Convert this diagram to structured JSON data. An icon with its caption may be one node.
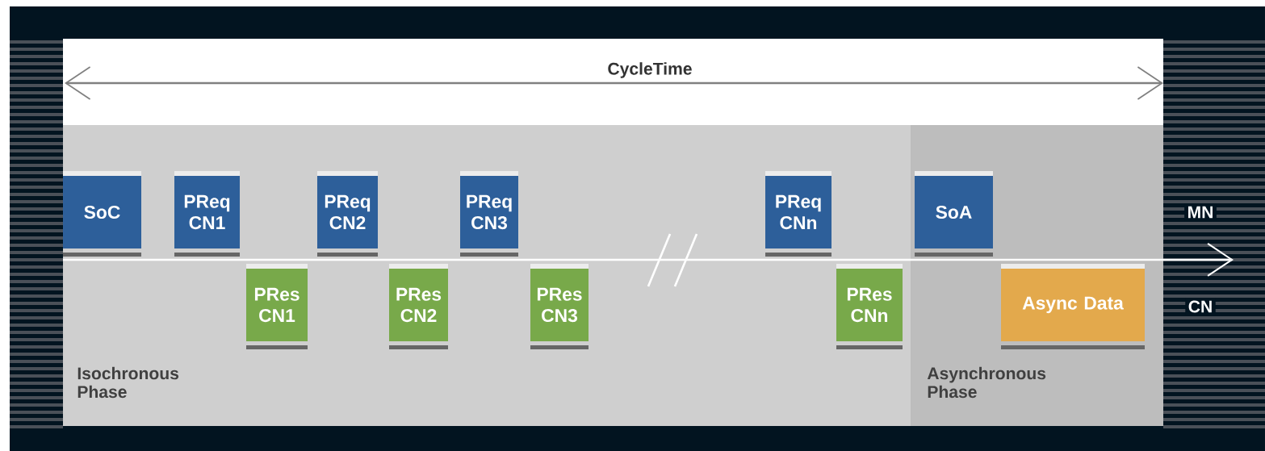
{
  "diagram": {
    "nodes": [
      {
        "text": [
          "Isochronous Phase"
        ]
      },
      {
        "text": [
          "SoC"
        ],
        "in": 0
      },
      {
        "text": [
          "PReq CN1"
        ],
        "in": 0
      },
      {
        "text": [
          "PRes CN1"
        ],
        "in": 0
      },
      {
        "text": [
          "PReq CN2"
        ],
        "in": 0
      },
      {
        "text": [
          "PRes CN2"
        ],
        "in": 0
      },
      {
        "text": [
          "PReq CN3"
        ],
        "in": 0
      },
      {
        "text": [
          "PRes CN3"
        ],
        "in": 0
      },
      {
        "text": [
          "PReq CNn"
        ],
        "in": 0
      },
      {
        "text": [
          "PRes CNn"
        ],
        "in": 0
      },
      {
        "text": [
          "Asynchronous Phase"
        ]
      },
      {
        "text": [
          "SoA"
        ],
        "in": 10
      },
      {
        "text": [
          "Async Data"
        ],
        "in": 10
      }
    ],
    "labels": [
      "CycleTime",
      "MN",
      "CN"
    ]
  }
}
